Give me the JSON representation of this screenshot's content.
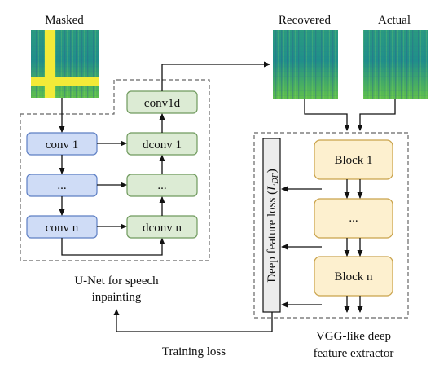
{
  "spectrograms": {
    "masked_label": "Masked",
    "recovered_label": "Recovered",
    "actual_label": "Actual"
  },
  "unet": {
    "encoder": [
      "conv 1",
      "...",
      "conv n"
    ],
    "decoder": [
      "conv1d",
      "dconv 1",
      "...",
      "dconv n"
    ],
    "caption_line1": "U-Net for speech",
    "caption_line2": "inpainting"
  },
  "vgg": {
    "blocks": [
      "Block 1",
      "...",
      "Block n"
    ],
    "loss_label": "Deep feature loss (",
    "loss_symbol": "L",
    "loss_sub": "DF",
    "loss_close": ")",
    "caption_line1": "VGG-like deep",
    "caption_line2": "feature extractor"
  },
  "training_loss_label": "Training loss",
  "colors": {
    "encoder_fill": "#cfdcf6",
    "encoder_stroke": "#5d7fc4",
    "decoder_fill": "#dcebd4",
    "decoder_stroke": "#6f9a5d",
    "block_fill": "#fdf0cf",
    "block_stroke": "#c9a24a",
    "loss_fill": "#ececec",
    "dashed_border": "#666666",
    "mask_band": "#f3ea38"
  }
}
